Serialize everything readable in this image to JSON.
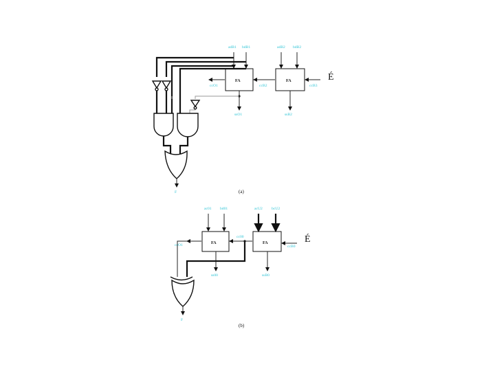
{
  "diagram_a": {
    "caption": "(a)",
    "fa1_label": "FA",
    "fa2_label": "FA",
    "in_a1": "adB1",
    "in_b1": "bdB1",
    "in_a2": "adB2",
    "in_b2": "bdB2",
    "carry_out": "ccO1",
    "carry_mid": "ccB2",
    "carry_in": "ccB3",
    "sum1": "ssO1",
    "sum2": "ssB2",
    "enable": "É",
    "output": "F"
  },
  "diagram_b": {
    "caption": "(b)",
    "fa1_label": "FA",
    "fa2_label": "FA",
    "in_a1": "ac01",
    "in_b1": "bd01",
    "in_a2": "acU2",
    "in_b2": "bcU2",
    "carry_out": "ccO1",
    "carry_mid": "cc00",
    "carry_in": "ccB0",
    "sum1": "ss00",
    "sum2": "ssB0",
    "enable": "É",
    "output": "F"
  }
}
